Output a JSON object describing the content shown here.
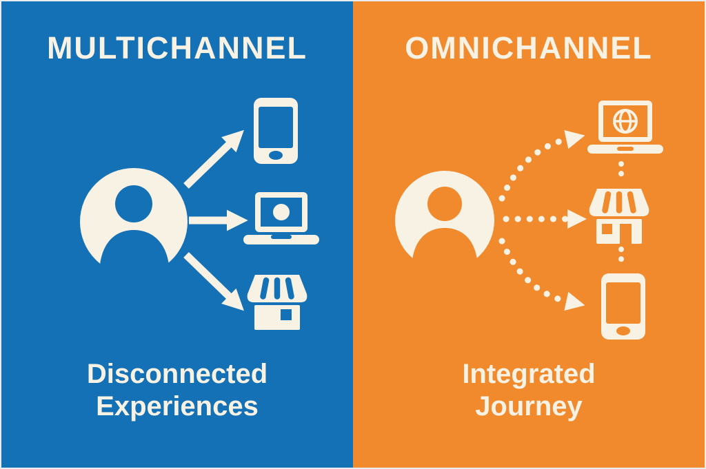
{
  "colors": {
    "blue": "#1571B5",
    "orange": "#F18A2D",
    "cream": "#F8F2E4"
  },
  "panels": {
    "multichannel": {
      "title": "MULTICHANNEL",
      "caption": [
        "Disconnected",
        "Experiences"
      ],
      "center_icon": "person-icon",
      "channels": [
        "smartphone-icon",
        "laptop-icon",
        "store-icon"
      ],
      "connection_style": "separate solid arrows from person to each channel"
    },
    "omnichannel": {
      "title": "OMNICHANNEL",
      "caption": [
        "Integrated",
        "Journey"
      ],
      "center_icon": "person-icon",
      "channels": [
        "laptop-globe-icon",
        "store-icon",
        "smartphone-icon"
      ],
      "connection_style": "dotted arrows from person to channels; channels linked vertically by dotted lines"
    }
  }
}
